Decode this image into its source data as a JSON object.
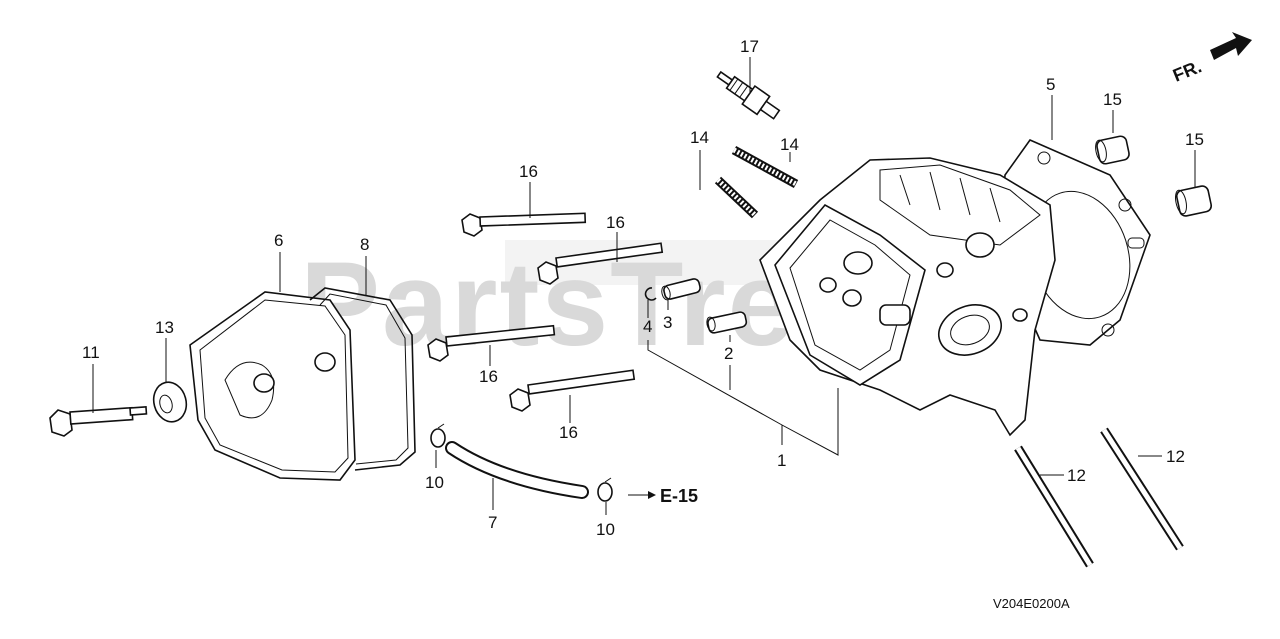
{
  "watermark": {
    "text": "PartsTree",
    "color": "#d9d9d9"
  },
  "direction": {
    "label": "FR."
  },
  "reference": {
    "label": "E-15"
  },
  "diagram_code": "V204E0200A",
  "callouts": [
    {
      "id": "c17",
      "label": "17"
    },
    {
      "id": "c14a",
      "label": "14"
    },
    {
      "id": "c14b",
      "label": "14"
    },
    {
      "id": "c5",
      "label": "5"
    },
    {
      "id": "c15a",
      "label": "15"
    },
    {
      "id": "c15b",
      "label": "15"
    },
    {
      "id": "c16a",
      "label": "16"
    },
    {
      "id": "c16b",
      "label": "16"
    },
    {
      "id": "c16c",
      "label": "16"
    },
    {
      "id": "c16d",
      "label": "16"
    },
    {
      "id": "c6",
      "label": "6"
    },
    {
      "id": "c8",
      "label": "8"
    },
    {
      "id": "c13",
      "label": "13"
    },
    {
      "id": "c11",
      "label": "11"
    },
    {
      "id": "c4",
      "label": "4"
    },
    {
      "id": "c3",
      "label": "3"
    },
    {
      "id": "c2",
      "label": "2"
    },
    {
      "id": "c1",
      "label": "1"
    },
    {
      "id": "c10a",
      "label": "10"
    },
    {
      "id": "c10b",
      "label": "10"
    },
    {
      "id": "c7",
      "label": "7"
    },
    {
      "id": "c12a",
      "label": "12"
    },
    {
      "id": "c12b",
      "label": "12"
    }
  ]
}
